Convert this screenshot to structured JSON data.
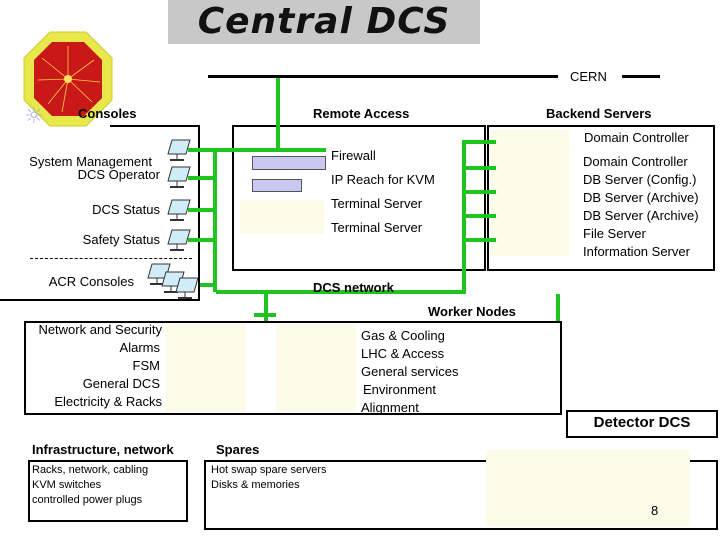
{
  "title": "Central DCS",
  "cern": "CERN",
  "headers": {
    "consoles": "Consoles",
    "remote_access": "Remote Access",
    "backend_servers": "Backend Servers",
    "dcs_network": "DCS network",
    "worker_nodes": "Worker Nodes",
    "infrastructure_network": "Infrastructure, network",
    "spares": "Spares",
    "detector_dcs": "Detector DCS"
  },
  "consoles": [
    "System Management",
    "DCS Operator",
    "DCS Status",
    "Safety Status",
    "ACR Consoles"
  ],
  "remote_access_items": [
    "Firewall",
    "IP Reach for KVM",
    "Terminal Server",
    "Terminal Server"
  ],
  "backend_items": [
    "Domain Controller",
    "Domain Controller",
    "DB Server (Config.)",
    "DB Server (Archive)",
    "DB Server (Archive)",
    "File Server",
    "Information Server"
  ],
  "worker_left": [
    "Network and Security",
    "Alarms",
    "FSM",
    "General DCS",
    "Electricity & Racks"
  ],
  "worker_right": [
    "Gas & Cooling",
    "LHC & Access",
    "General services",
    "Environment",
    "Alignment"
  ],
  "infrastructure_items": [
    "Racks, network, cabling",
    "KVM switches",
    "controlled power plugs"
  ],
  "spares_items": [
    "Hot swap spare servers",
    "Disks & memories"
  ],
  "page_number": "8",
  "colors": {
    "network": "#1fc41f",
    "title_bg": "#c8c8c8",
    "server_fill": "#fbfbe8",
    "firewall_fill": "#c8c8f0"
  },
  "icons": {
    "logo": "alice-logo-octagon",
    "console": "monitor-icon"
  }
}
